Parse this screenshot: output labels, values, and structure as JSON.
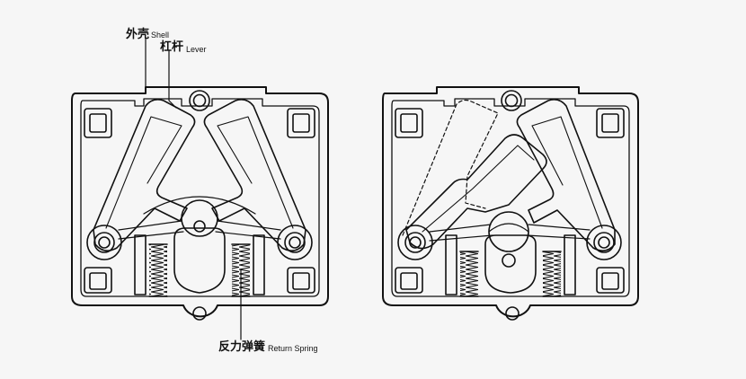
{
  "labels": {
    "shell": {
      "zh": "外壳",
      "en": "Shell"
    },
    "lever": {
      "zh": "杠杆",
      "en": "Lever"
    },
    "spring": {
      "zh": "反力弹簧",
      "en": "Return Spring"
    }
  },
  "colors": {
    "line": "#111111",
    "background": "#f6f6f6"
  }
}
